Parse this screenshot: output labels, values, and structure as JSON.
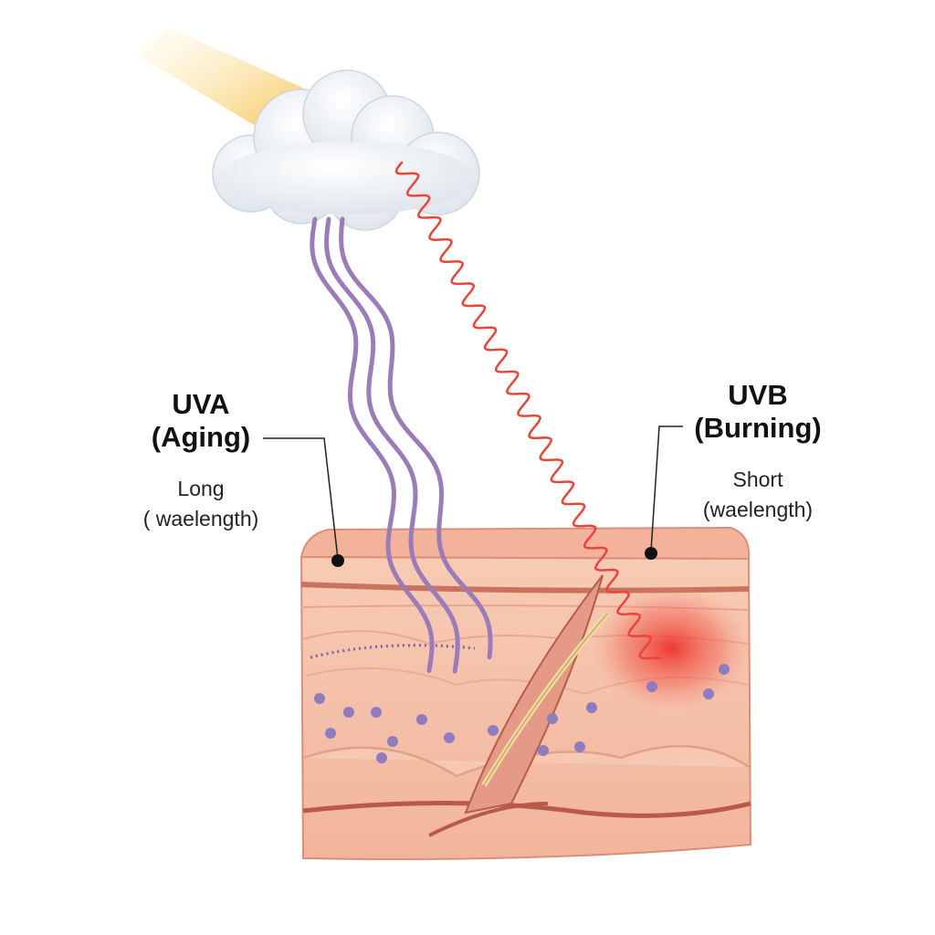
{
  "uva": {
    "title_line1": "UVA",
    "title_line2": "(Aging)",
    "desc_line1": "Long",
    "desc_line2": "( waelength)"
  },
  "uvb": {
    "title_line1": "UVB",
    "title_line2": "(Burning)",
    "desc_line1": "Short",
    "desc_line2": "(waelength)"
  },
  "colors": {
    "uva": "#9b7bb8",
    "uvb": "#e8453c",
    "skin": "#f4bfa6",
    "sun": "#f7c94a"
  }
}
